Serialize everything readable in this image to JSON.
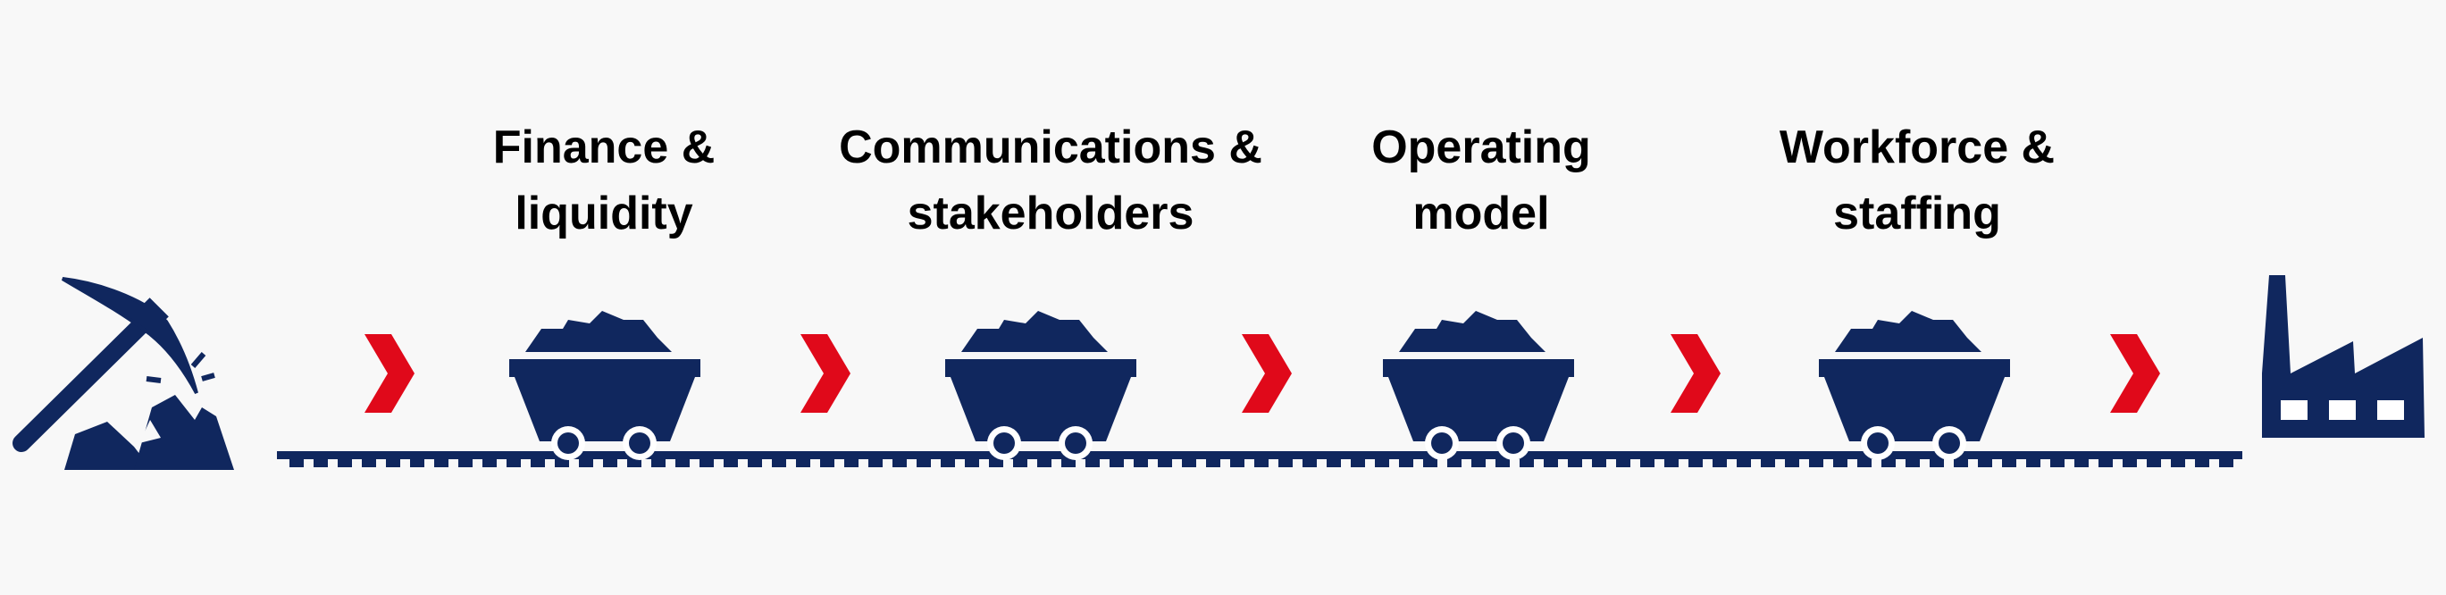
{
  "stages": [
    {
      "line1": "Finance &",
      "line2": "liquidity"
    },
    {
      "line1": "Communications &",
      "line2": "stakeholders"
    },
    {
      "line1": "Operating",
      "line2": "model"
    },
    {
      "line1": "Workforce &",
      "line2": "staffing"
    }
  ],
  "icons": {
    "start": "pickaxe-rock-icon",
    "cart": "mine-cart-icon",
    "arrow": "chevron-right-icon",
    "end": "factory-icon",
    "track": "rail-track"
  },
  "colors": {
    "navy": "#10275e",
    "red": "#e0091a",
    "background": "#f8f8f8",
    "text": "#000000"
  }
}
